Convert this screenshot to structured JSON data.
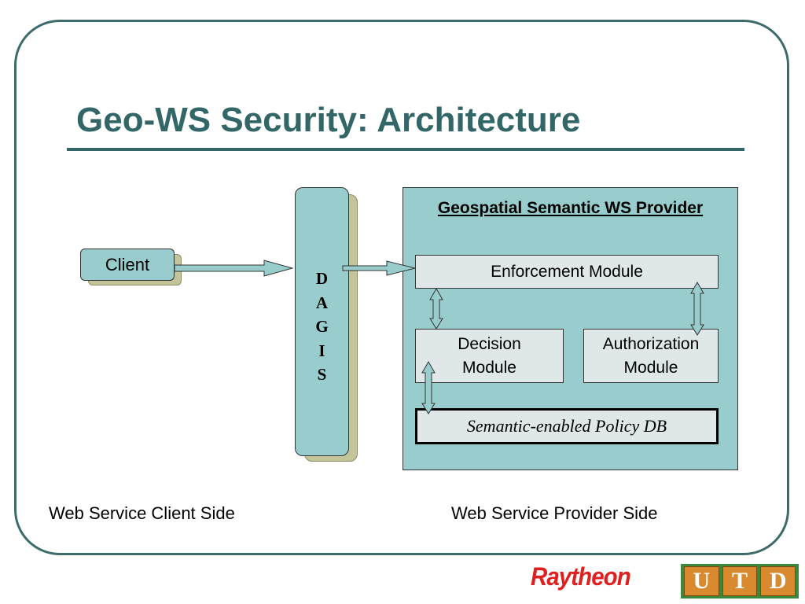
{
  "slide": {
    "title": "Geo-WS Security: Architecture"
  },
  "client": {
    "label": "Client"
  },
  "dagis": {
    "letters": [
      "D",
      "A",
      "G",
      "I",
      "S"
    ]
  },
  "provider": {
    "title": "Geospatial Semantic WS Provider",
    "enforcement": "Enforcement Module",
    "decision": "Decision\nModule",
    "authorization": "Authorization\nModule",
    "policy_db": "Semantic-enabled Policy DB"
  },
  "sides": {
    "client_side": "Web Service Client Side",
    "provider_side": "Web Service Provider Side"
  },
  "logos": {
    "raytheon": "Raytheon",
    "utd": [
      "U",
      "T",
      "D"
    ]
  },
  "colors": {
    "title": "#336666",
    "box_fill": "#99cccc",
    "module_fill": "#dfe7e9",
    "shadow": "#c4c49a"
  }
}
